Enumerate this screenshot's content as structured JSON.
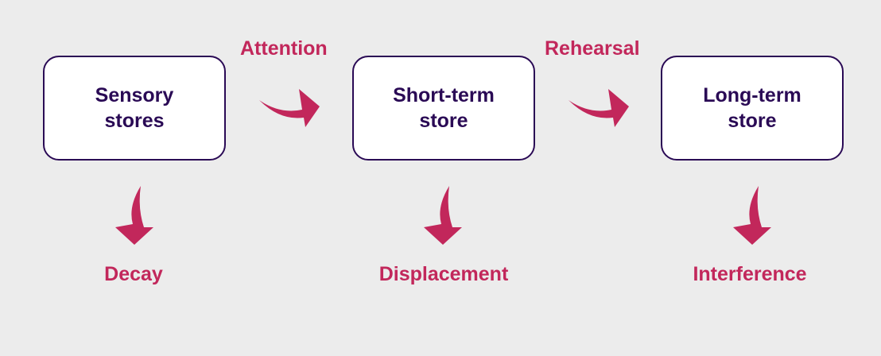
{
  "colors": {
    "background": "#ececec",
    "box_border": "#2a0a55",
    "box_text": "#2a0a55",
    "accent": "#c2275b"
  },
  "stores": [
    {
      "line1": "Sensory",
      "line2": "stores"
    },
    {
      "line1": "Short-term",
      "line2": "store"
    },
    {
      "line1": "Long-term",
      "line2": "store"
    }
  ],
  "transitions": {
    "attention": "Attention",
    "rehearsal": "Rehearsal"
  },
  "forgetting": {
    "sensory": "Decay",
    "short_term": "Displacement",
    "long_term": "Interference"
  }
}
